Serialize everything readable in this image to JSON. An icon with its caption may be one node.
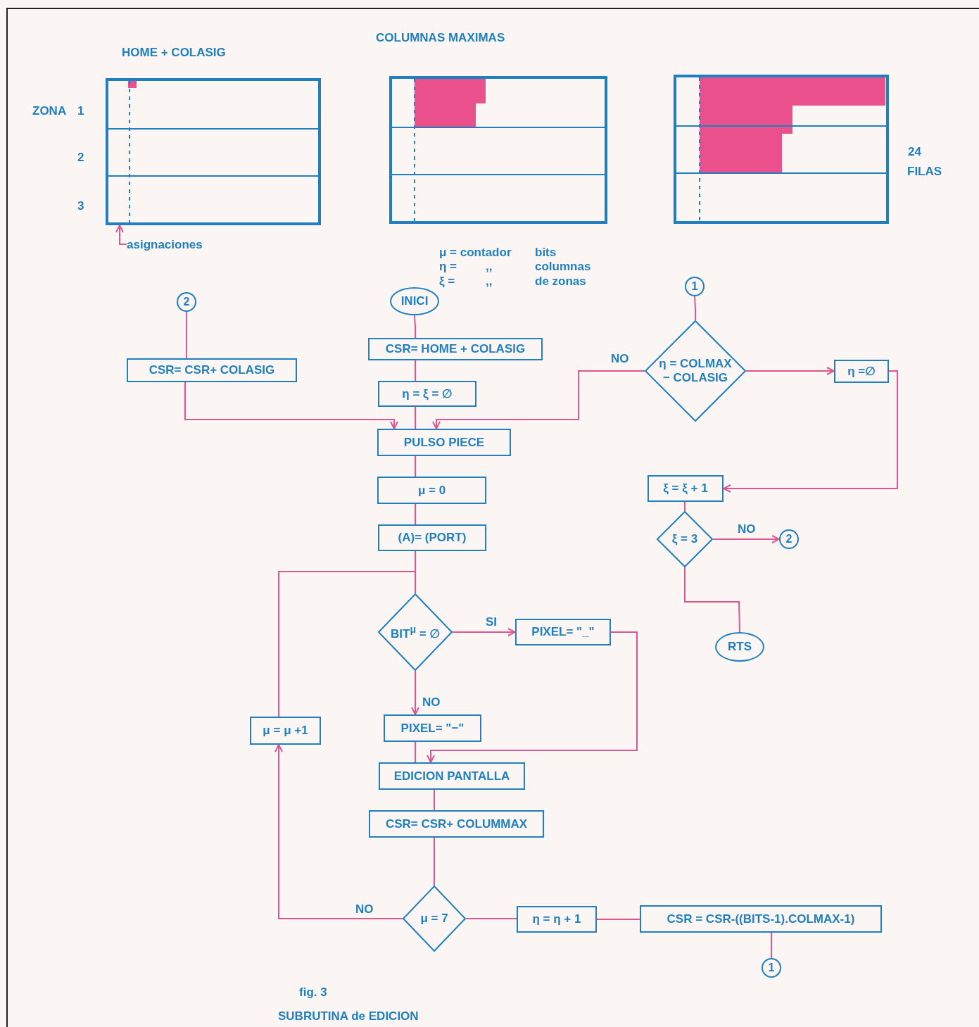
{
  "diagram": {
    "caption": "SUBRUTINA de EDICION",
    "nodes": [
      {
        "text": [
          "INICI"
        ]
      },
      {
        "text": [
          "CSR= HOME + COLASIG"
        ]
      },
      {
        "text": [
          "η = ξ = ∅"
        ]
      },
      {
        "text": [
          "PULSO PIECE"
        ]
      },
      {
        "text": [
          "μ = 0"
        ]
      },
      {
        "text": [
          "(A)= (PORT)"
        ]
      },
      {
        "text": [
          "BIT$^{μ}$ = ∅"
        ]
      },
      {
        "text": [
          "PIXEL= \"_\""
        ]
      },
      {
        "text": [
          "PIXEL= \"−\""
        ]
      },
      {
        "text": [
          "EDICION PANTALLA"
        ]
      },
      {
        "text": [
          "CSR= CSR+ COLUMMAX"
        ]
      },
      {
        "text": [
          "μ = 7"
        ]
      },
      {
        "text": [
          "η = η + 1"
        ]
      },
      {
        "text": [
          "CSR = CSR-((BITS-1).COLMAX-1)"
        ]
      },
      {
        "text": [
          "1"
        ]
      },
      {
        "text": [
          "μ = μ +1"
        ]
      },
      {
        "text": [
          "2"
        ]
      },
      {
        "text": [
          "CSR= CSR+ COLASIG"
        ]
      },
      {
        "text": [
          "1"
        ]
      },
      {
        "text": [
          "η = COLMAX − COLASIG"
        ]
      },
      {
        "text": [
          "η =∅"
        ]
      },
      {
        "text": [
          "ξ = ξ + 1"
        ]
      },
      {
        "text": [
          "ξ = 3"
        ]
      },
      {
        "text": [
          "2"
        ]
      },
      {
        "text": [
          "RTS"
        ]
      },
      {
        "text": [
          "asignaciones"
        ]
      },
      {
        "text": [],
        "shape": "box"
      }
    ],
    "edges": [
      {
        "from": 0,
        "to": 1,
        "arrow": "none"
      },
      {
        "from": 1,
        "to": 2,
        "arrow": "none"
      },
      {
        "from": 2,
        "to": 3,
        "arrow": "none"
      },
      {
        "from": 16,
        "to": 17,
        "arrow": "none"
      },
      {
        "from": 17,
        "to": 3,
        "arrow": "to"
      },
      {
        "from": 19,
        "to": 3,
        "arrow": "to",
        "label": "NO"
      },
      {
        "from": 3,
        "to": 4,
        "arrow": "none"
      },
      {
        "from": 4,
        "to": 5,
        "arrow": "none"
      },
      {
        "from": 5,
        "to": 6,
        "arrow": "none"
      },
      {
        "from": 6,
        "to": 7,
        "arrow": "to",
        "label": "SI"
      },
      {
        "from": 6,
        "to": 8,
        "arrow": "to",
        "label": "NO"
      },
      {
        "from": 7,
        "to": 9,
        "arrow": "to"
      },
      {
        "from": 8,
        "to": 9,
        "arrow": "none"
      },
      {
        "from": 9,
        "to": 10,
        "arrow": "none"
      },
      {
        "from": 10,
        "to": 11,
        "arrow": "none"
      },
      {
        "from": 11,
        "to": 15,
        "arrow": "to",
        "label": "NO"
      },
      {
        "from": 15,
        "to": 6,
        "arrow": "none"
      },
      {
        "from": 11,
        "to": 12,
        "arrow": "none"
      },
      {
        "from": 12,
        "to": 13,
        "arrow": "none"
      },
      {
        "from": 13,
        "to": 14,
        "arrow": "none"
      },
      {
        "from": 18,
        "to": 19,
        "arrow": "none"
      },
      {
        "from": 19,
        "to": 20,
        "arrow": "to"
      },
      {
        "from": 20,
        "to": 21,
        "arrow": "to"
      },
      {
        "from": 21,
        "to": 22,
        "arrow": "none"
      },
      {
        "from": 22,
        "to": 23,
        "arrow": "to",
        "label": "NO"
      },
      {
        "from": 22,
        "to": 24,
        "arrow": "none"
      },
      {
        "from": 25,
        "to": 26,
        "arrow": "to"
      }
    ],
    "labels": [
      "COLUMNAS MAXIMAS",
      "HOME + COLASIG",
      "ZONA",
      "1",
      "2",
      "3",
      "24",
      "FILAS",
      "μ = contador",
      "bits",
      "η =",
      ",,",
      "columnas",
      "ξ =",
      ",,",
      "de zonas",
      "fig. 3"
    ]
  }
}
